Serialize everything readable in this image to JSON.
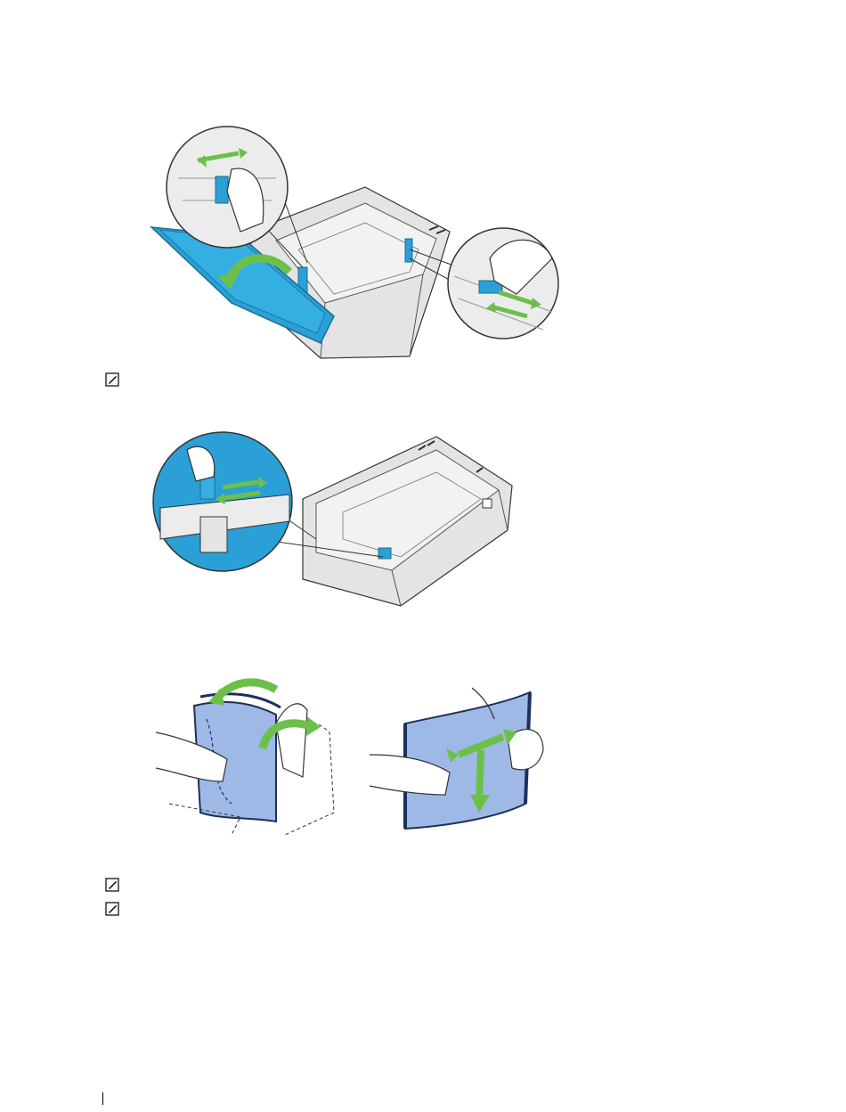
{
  "page": {
    "background": "#ffffff"
  },
  "colors": {
    "tray_blue": "#2aa0d6",
    "tray_blue_dark": "#1a6e95",
    "arrow_green": "#6cc04a",
    "paper_blue": "#9fb9e6",
    "paper_edge": "#1e2f5c",
    "tray_gray": "#e4e4e4",
    "line": "#333333"
  },
  "figures": [
    {
      "name": "figure-extend-tray-guides",
      "icons": [
        "paper-tray-icon",
        "side-guide-magnifier-icon",
        "length-guide-magnifier-icon",
        "fold-open-arrow-icon",
        "slide-arrow-icon"
      ]
    },
    {
      "name": "figure-adjust-length-guide",
      "icons": [
        "paper-tray-icon",
        "length-guide-magnifier-icon",
        "slide-arrow-icon"
      ]
    },
    {
      "name": "figure-fan-paper",
      "icons": [
        "paper-stack-icon",
        "hand-icon",
        "flex-arrow-icon"
      ]
    }
  ],
  "notes": [
    {
      "icon": "note-pencil-icon"
    },
    {
      "icon": "note-pencil-icon"
    },
    {
      "icon": "note-pencil-icon"
    }
  ]
}
